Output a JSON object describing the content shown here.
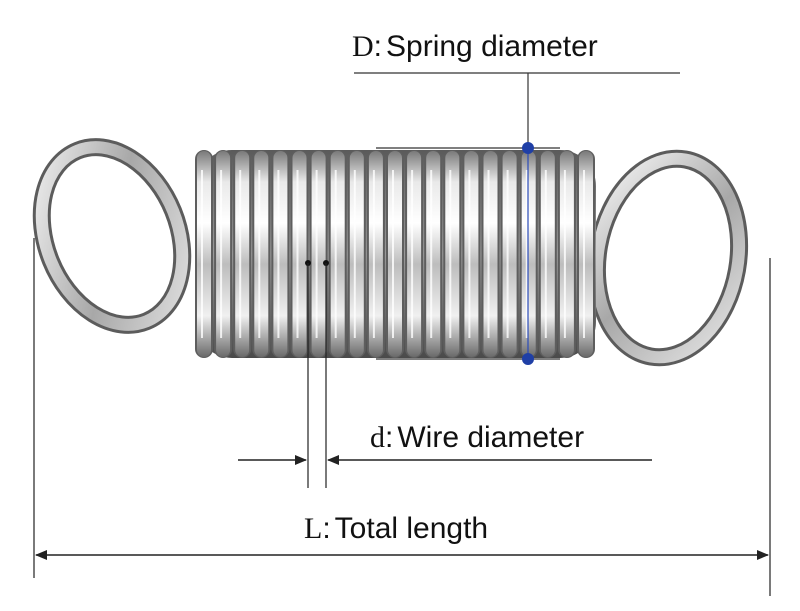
{
  "labels": {
    "spring_diameter": {
      "symbol": "D",
      "separator": ":",
      "text": "Spring diameter"
    },
    "wire_diameter": {
      "symbol": "d",
      "separator": ":",
      "text": "Wire diameter"
    },
    "total_length": {
      "symbol": "L",
      "separator": ":",
      "text": "Total length"
    }
  },
  "colors": {
    "marker": "#1f3fa6",
    "line": "#222222",
    "steel_light": "#f4f4f4",
    "steel_dark": "#6e6e6e"
  }
}
